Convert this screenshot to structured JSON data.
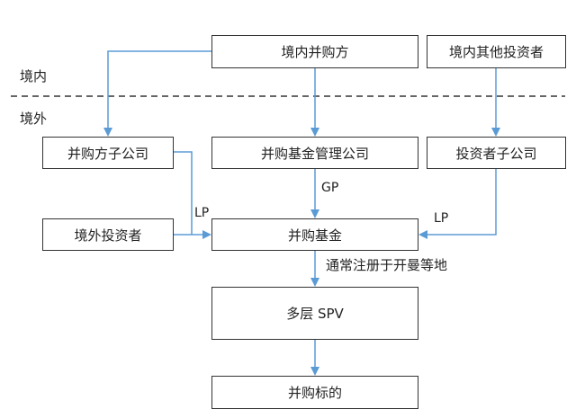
{
  "regions": {
    "domestic": "境内",
    "overseas": "境外"
  },
  "nodes": {
    "domestic_acquirer": "境内并购方",
    "domestic_other_investors": "境内其他投资者",
    "acquirer_subsidiary": "并购方子公司",
    "fund_manager": "并购基金管理公司",
    "investor_subsidiary": "投资者子公司",
    "overseas_investors": "境外投资者",
    "ma_fund": "并购基金",
    "multi_spv": "多层 SPV",
    "ma_target": "并购标的"
  },
  "edge_labels": {
    "gp": "GP",
    "lp_left": "LP",
    "lp_right": "LP",
    "registration_note": "通常注册于开曼等地"
  },
  "colors": {
    "arrow": "#5b9bd5",
    "box_border": "#333333",
    "divider": "#333333"
  }
}
